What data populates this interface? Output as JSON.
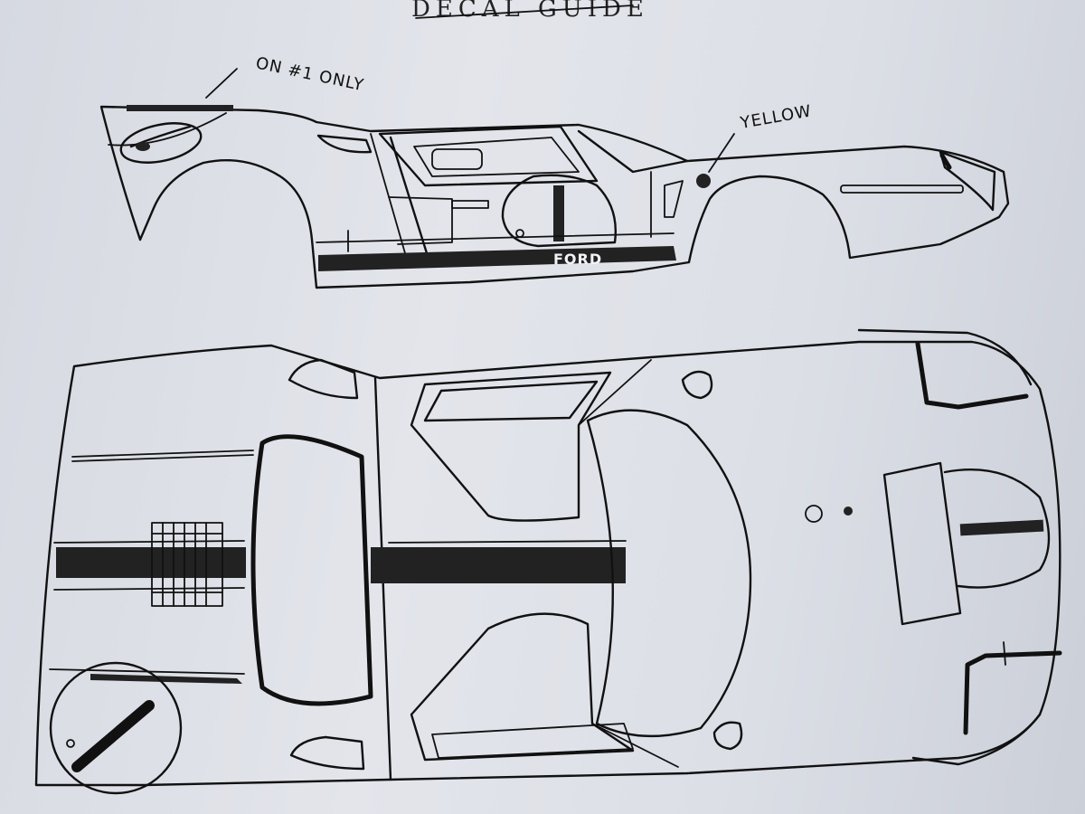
{
  "header": {
    "title": "DECAL GUIDE"
  },
  "annotations": {
    "on_number_one_only": "ON #1 ONLY",
    "yellow": "YELLOW",
    "ford": "FORD"
  },
  "colors": {
    "ink": "#111111",
    "paper": "#dfe2e8"
  }
}
